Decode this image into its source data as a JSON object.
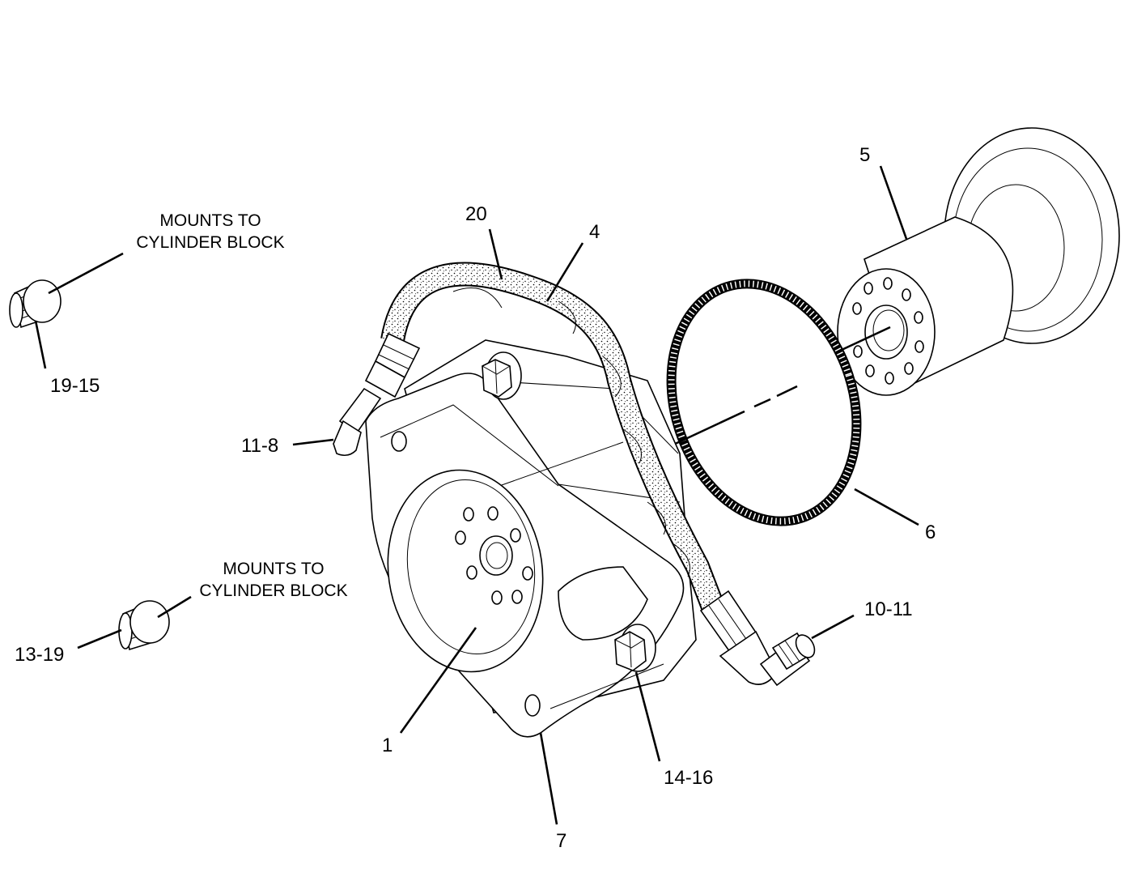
{
  "labels": {
    "p1": "1",
    "p4": "4",
    "p5": "5",
    "p6": "6",
    "p7": "7",
    "p20": "20",
    "p11_8": "11-8",
    "p10_11": "10-11",
    "p13_19": "13-19",
    "p14_16": "14-16",
    "p19_15": "19-15"
  },
  "notes": {
    "top_line1": "MOUNTS TO",
    "top_line2": "CYLINDER BLOCK",
    "bottom_line1": "MOUNTS TO",
    "bottom_line2": "CYLINDER BLOCK"
  },
  "colors": {
    "line": "#000000",
    "background": "#ffffff"
  }
}
